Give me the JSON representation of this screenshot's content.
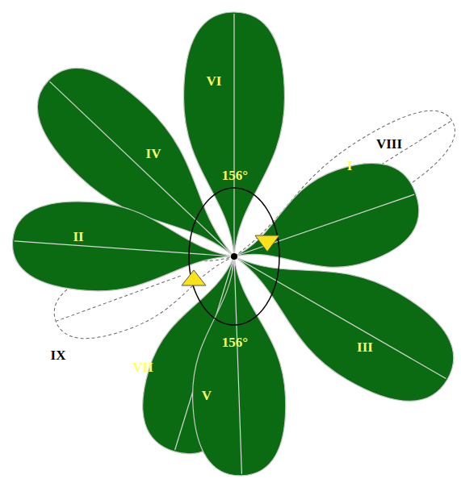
{
  "diagram": {
    "labels": [
      "VI",
      "IV",
      "156°",
      "VIII",
      "I",
      "II",
      "IX",
      "VII",
      "156°",
      "III",
      "V"
    ]
  }
}
